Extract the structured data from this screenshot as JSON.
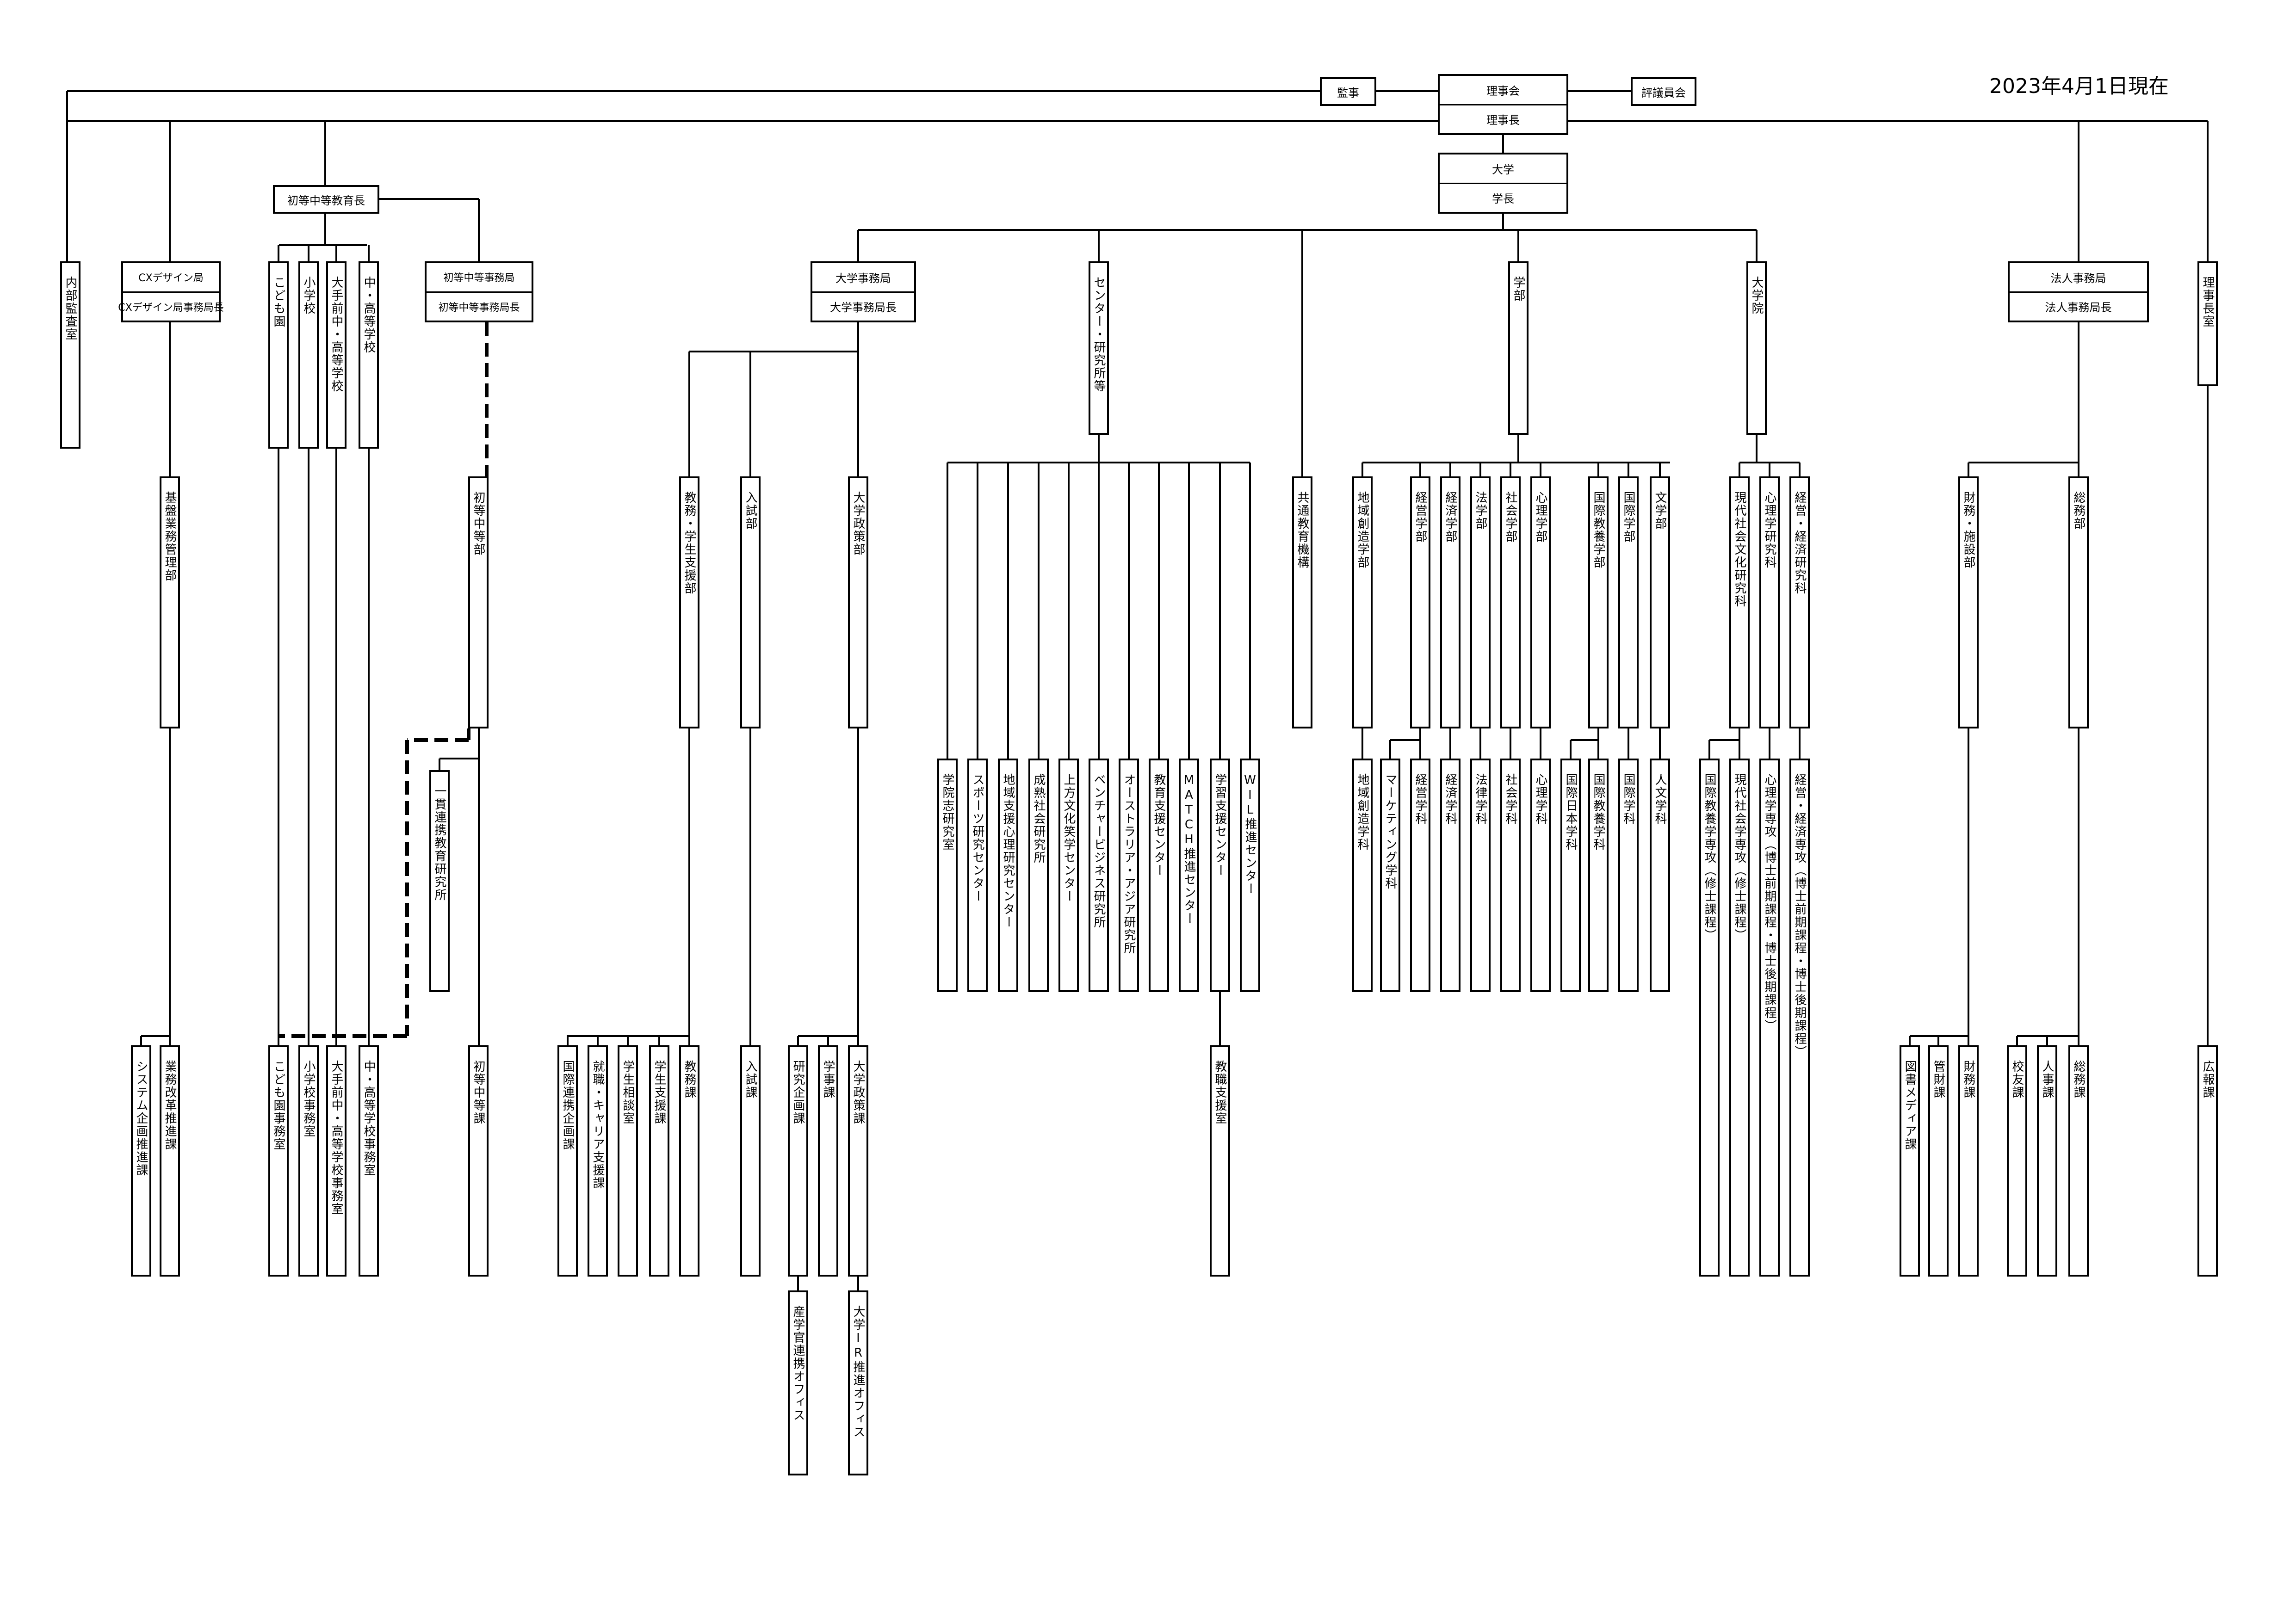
{
  "date": "2023年4月1日現在",
  "board": {
    "name": "理事会",
    "head": "理事長"
  },
  "auditor": "監事",
  "council": "評議員会",
  "university": {
    "name": "大学",
    "head": "学長"
  },
  "internal_audit": "内部監査室",
  "cx": {
    "name": "CXデザイン局",
    "head": "CXデザイン局事務局長",
    "dept": "基盤業務管理部",
    "sections": [
      "システム企画推進課",
      "業務改革推進課"
    ]
  },
  "primary_secondary_head": "初等中等教育長",
  "schools": [
    "こども園",
    "小学校",
    "大手前中・高等学校",
    "中・高等学校"
  ],
  "school_offices": [
    "こども園事務室",
    "小学校事務室",
    "大手前中・高等学校事務室",
    "中・高等学校事務室"
  ],
  "ps_bureau": {
    "name": "初等中等事務局",
    "head": "初等中等事務局長",
    "dept": "初等中等部",
    "institute": "一貫連携教育研究所",
    "section": "初等中等課"
  },
  "univ_bureau": {
    "name": "大学事務局",
    "head": "大学事務局長"
  },
  "student_support": {
    "dept": "教務・学生支援部",
    "sections": [
      "国際連携企画課",
      "就職・キャリア支援課",
      "学生相談室",
      "学生支援課",
      "教務課"
    ]
  },
  "admissions": {
    "dept": "入試部",
    "section": "入試課"
  },
  "policy": {
    "dept": "大学政策部",
    "sections": [
      "研究企画課",
      "学事課",
      "大学政策課"
    ],
    "sub": [
      "産学官連携オフィス",
      "大学IR推進オフィス"
    ]
  },
  "centers": {
    "name": "センター・研究所等",
    "items": [
      "学院志研究室",
      "スポーツ研究センター",
      "地域支援心理研究センター",
      "成熟社会研究所",
      "上方文化笑学センター",
      "ベンチャービジネス研究所",
      "オーストラリア・アジア研究所",
      "教育支援センター",
      "MATCH推進センター",
      "学習支援センター",
      "WIL推進センター"
    ],
    "office": "教職支援室"
  },
  "common_edu": "共通教育機構",
  "faculties": {
    "name": "学部",
    "items": [
      "地域創造学部",
      "経営学部",
      "経済学部",
      "法学部",
      "社会学部",
      "心理学部",
      "国際教養学部",
      "国際学部",
      "文学部"
    ],
    "depts": [
      "地域創造学科",
      "マーケティング学科",
      "経営学科",
      "経済学科",
      "法律学科",
      "社会学科",
      "心理学科",
      "国際日本学科",
      "国際教養学科",
      "国際学科",
      "人文学科"
    ]
  },
  "grad": {
    "name": "大学院",
    "schools": [
      "現代社会文化研究科",
      "心理学研究科",
      "経営・経済研究科"
    ],
    "majors": [
      "国際教養学専攻（修士課程）",
      "現代社会学専攻（修士課程）",
      "心理学専攻（博士前期課程・博士後期課程）",
      "経営・経済専攻（博士前期課程・博士後期課程）"
    ]
  },
  "corp_bureau": {
    "name": "法人事務局",
    "head": "法人事務局長"
  },
  "finance": {
    "dept": "財務・施設部",
    "sections": [
      "図書メディア課",
      "管財課",
      "財務課"
    ]
  },
  "general": {
    "dept": "総務部",
    "sections": [
      "校友課",
      "人事課",
      "総務課"
    ]
  },
  "chair_office": {
    "name": "理事長室",
    "section": "広報課"
  }
}
